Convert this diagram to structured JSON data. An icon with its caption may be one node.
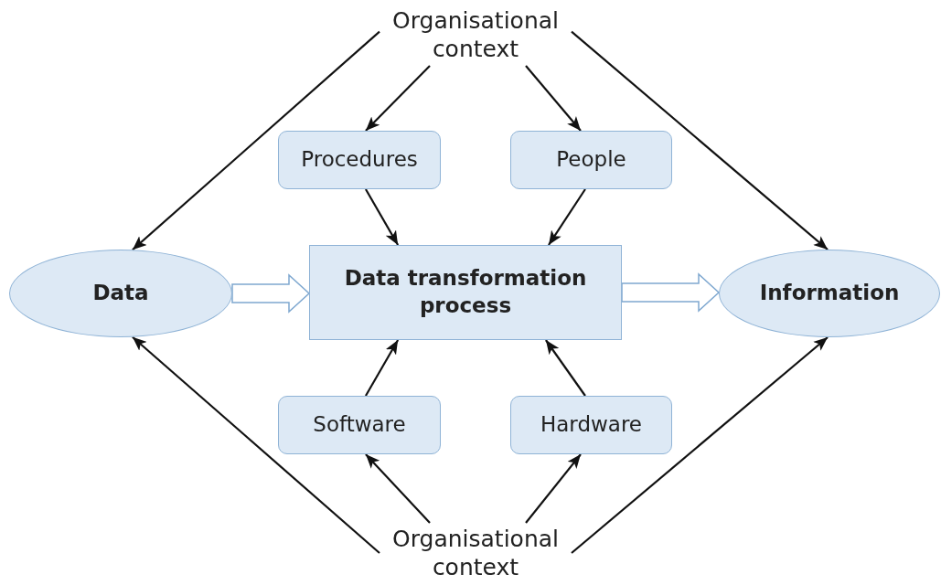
{
  "diagram": {
    "nodes": [
      {
        "text": [
          "Organisational context"
        ]
      },
      {
        "text": [
          "Procedures"
        ]
      },
      {
        "text": [
          "People"
        ]
      },
      {
        "text": [
          "Data"
        ]
      },
      {
        "text": [
          "Data transformation process"
        ]
      },
      {
        "text": [
          "Information"
        ]
      },
      {
        "text": [
          "Software"
        ]
      },
      {
        "text": [
          "Hardware"
        ]
      },
      {
        "text": [
          "Organisational context"
        ]
      }
    ],
    "edges": [
      {
        "from": 0,
        "to": 3,
        "arrow": "to"
      },
      {
        "from": 0,
        "to": 5,
        "arrow": "to"
      },
      {
        "from": 0,
        "to": 1,
        "arrow": "to"
      },
      {
        "from": 0,
        "to": 2,
        "arrow": "to"
      },
      {
        "from": 1,
        "to": 4,
        "arrow": "to"
      },
      {
        "from": 2,
        "to": 4,
        "arrow": "to"
      },
      {
        "from": 3,
        "to": 4,
        "arrow": "to",
        "style": "thick",
        "color": "#7fa8d0"
      },
      {
        "from": 4,
        "to": 5,
        "arrow": "to",
        "style": "thick",
        "color": "#7fa8d0"
      },
      {
        "from": 6,
        "to": 4,
        "arrow": "to"
      },
      {
        "from": 7,
        "to": 4,
        "arrow": "to"
      },
      {
        "from": 8,
        "to": 6,
        "arrow": "to"
      },
      {
        "from": 8,
        "to": 7,
        "arrow": "to"
      },
      {
        "from": 8,
        "to": 3,
        "arrow": "to"
      },
      {
        "from": 8,
        "to": 5,
        "arrow": "to"
      }
    ]
  }
}
